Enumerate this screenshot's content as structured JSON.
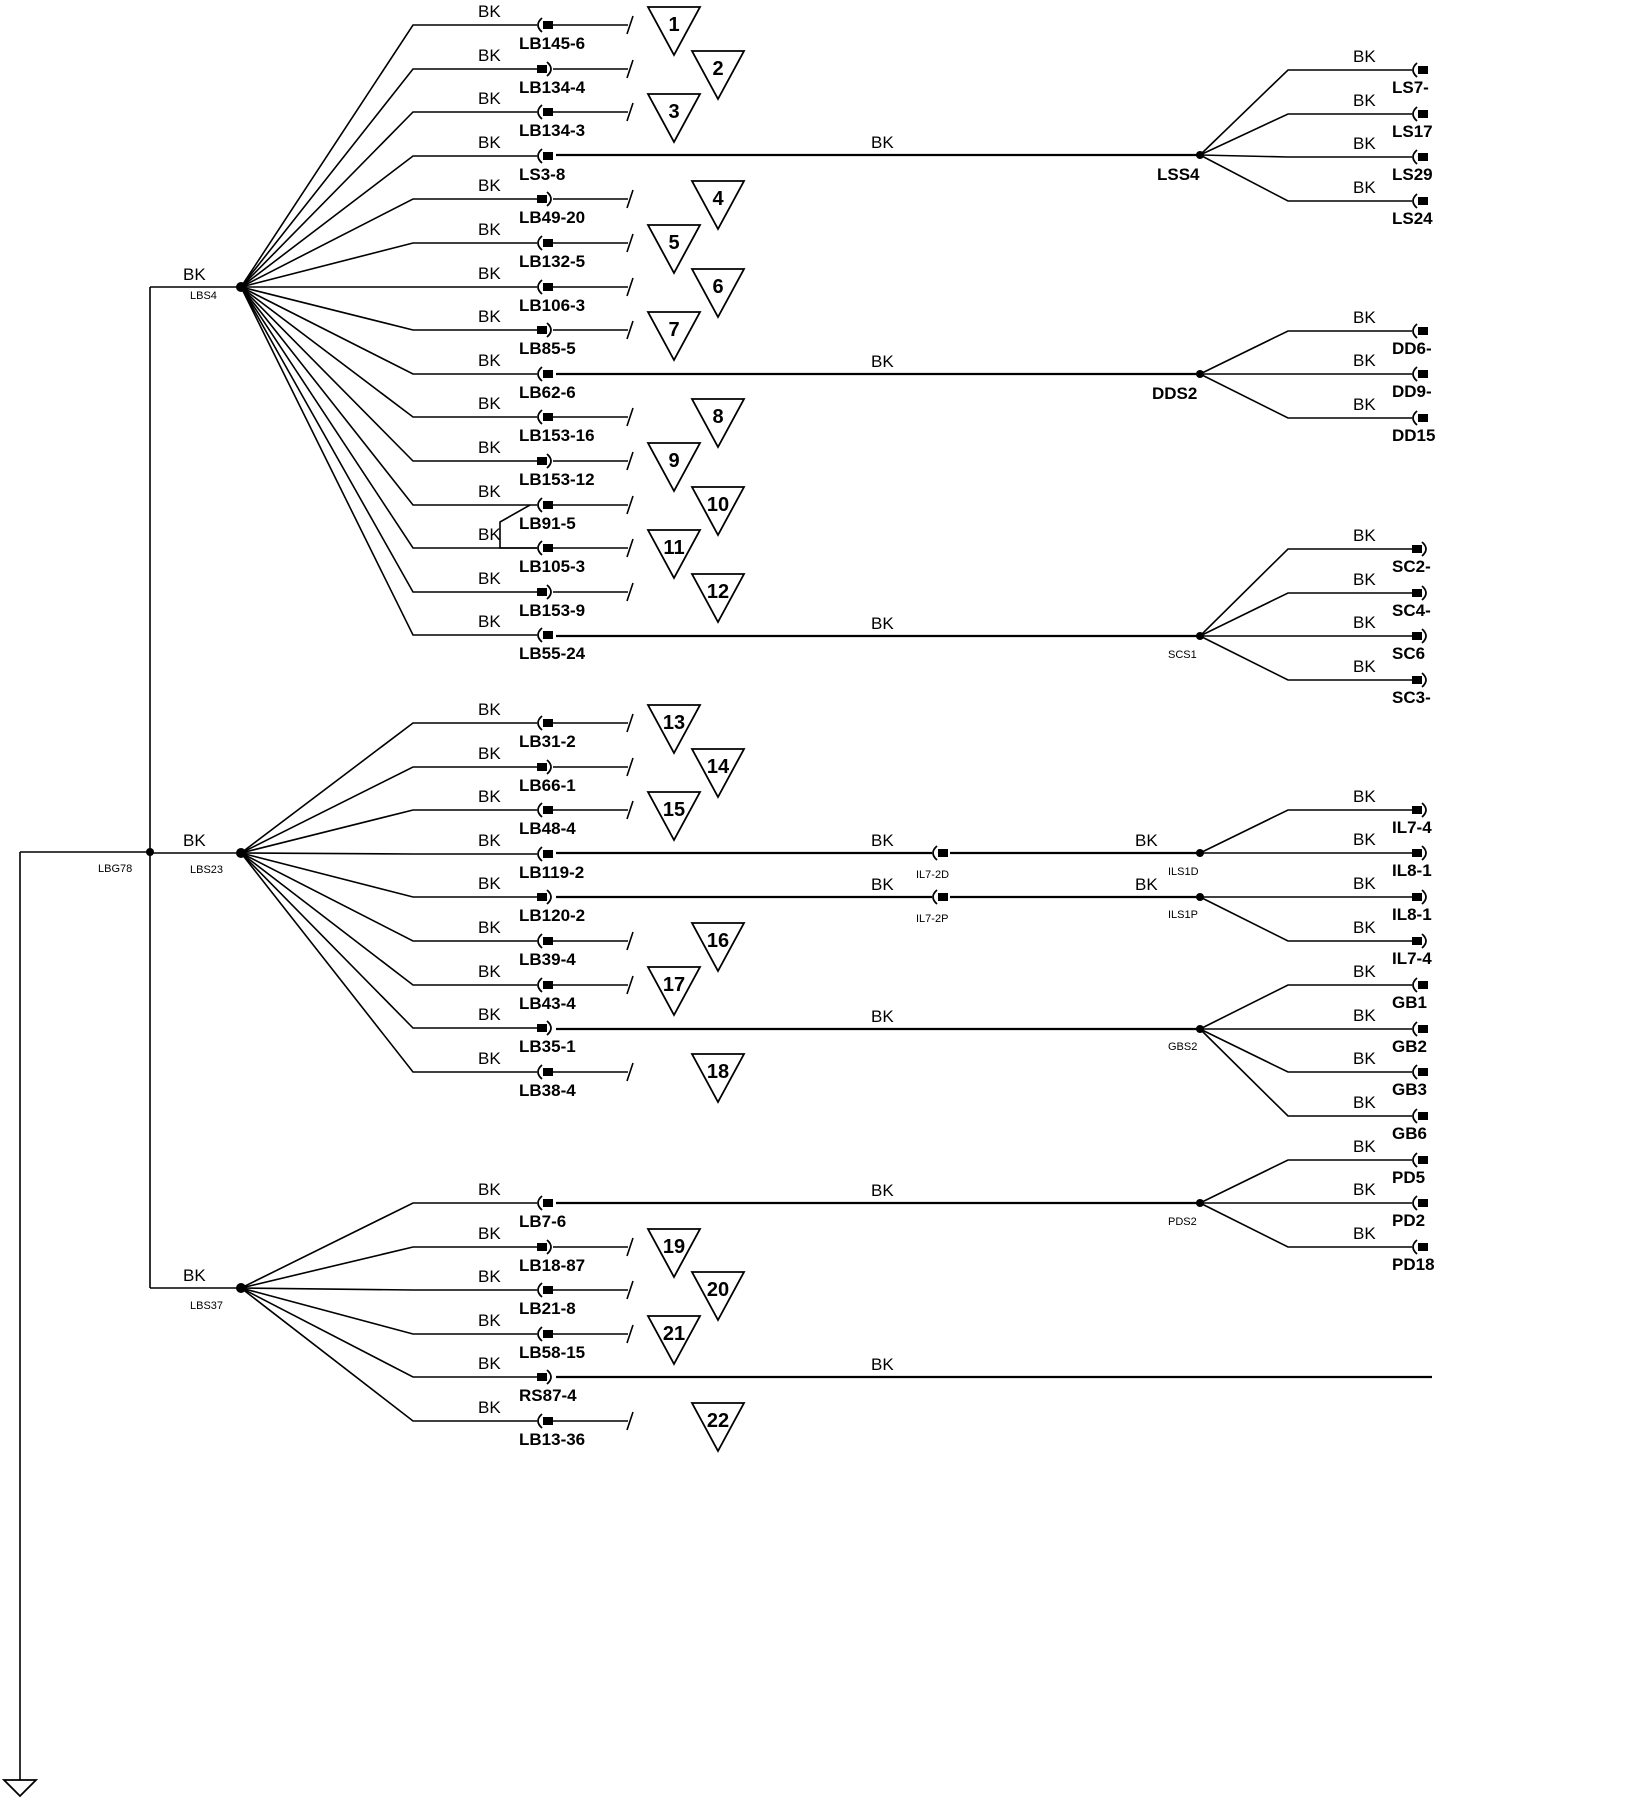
{
  "wire_color_label": "BK",
  "ground_splice": "LBG78",
  "splices": [
    {
      "id": "LBS4",
      "branches": [
        {
          "connector": "LB145-6",
          "ref": "1"
        },
        {
          "connector": "LB134-4",
          "ref": "2"
        },
        {
          "connector": "LB134-3",
          "ref": "3"
        },
        {
          "connector": "LS3-8",
          "ref": ""
        },
        {
          "connector": "LB49-20",
          "ref": "4"
        },
        {
          "connector": "LB132-5",
          "ref": "5"
        },
        {
          "connector": "LB106-3",
          "ref": "6"
        },
        {
          "connector": "LB85-5",
          "ref": "7"
        },
        {
          "connector": "LB62-6",
          "ref": ""
        },
        {
          "connector": "LB153-16",
          "ref": "8"
        },
        {
          "connector": "LB153-12",
          "ref": "9"
        },
        {
          "connector": "LB91-5",
          "ref": "10"
        },
        {
          "connector": "LB105-3",
          "ref": "11"
        },
        {
          "connector": "LB153-9",
          "ref": "12"
        },
        {
          "connector": "LB55-24",
          "ref": ""
        }
      ]
    },
    {
      "id": "LBS23",
      "branches": [
        {
          "connector": "LB31-2",
          "ref": "13"
        },
        {
          "connector": "LB66-1",
          "ref": "14"
        },
        {
          "connector": "LB48-4",
          "ref": "15"
        },
        {
          "connector": "LB119-2",
          "ref": ""
        },
        {
          "connector": "LB120-2",
          "ref": ""
        },
        {
          "connector": "LB39-4",
          "ref": "16"
        },
        {
          "connector": "LB43-4",
          "ref": "17"
        },
        {
          "connector": "LB35-1",
          "ref": ""
        },
        {
          "connector": "LB38-4",
          "ref": "18"
        }
      ]
    },
    {
      "id": "LBS37",
      "branches": [
        {
          "connector": "LB7-6",
          "ref": ""
        },
        {
          "connector": "LB18-87",
          "ref": "19"
        },
        {
          "connector": "LB21-8",
          "ref": "20"
        },
        {
          "connector": "LB58-15",
          "ref": "21"
        },
        {
          "connector": "RS87-4",
          "ref": ""
        },
        {
          "connector": "LB13-36",
          "ref": "22"
        }
      ]
    }
  ],
  "inline_connectors": [
    "IL7-2D",
    "IL7-2P"
  ],
  "remote_splices": [
    {
      "id": "LSS4",
      "outputs": [
        "LS7-",
        "LS17",
        "LS29",
        "LS24"
      ]
    },
    {
      "id": "DDS2",
      "outputs": [
        "DD6-",
        "DD9-",
        "DD15"
      ]
    },
    {
      "id": "SCS1",
      "outputs": [
        "SC2-",
        "SC4-",
        "SC6",
        "SC3-"
      ]
    },
    {
      "id": "ILS1D",
      "outputs": [
        "IL7-4",
        "IL8-1"
      ]
    },
    {
      "id": "ILS1P",
      "outputs": [
        "IL8-1",
        "IL7-4"
      ]
    },
    {
      "id": "GBS2",
      "outputs": [
        "GB1",
        "GB2",
        "GB3",
        "GB6"
      ]
    },
    {
      "id": "PDS2",
      "outputs": [
        "PD5",
        "PD2",
        "PD18"
      ]
    }
  ]
}
